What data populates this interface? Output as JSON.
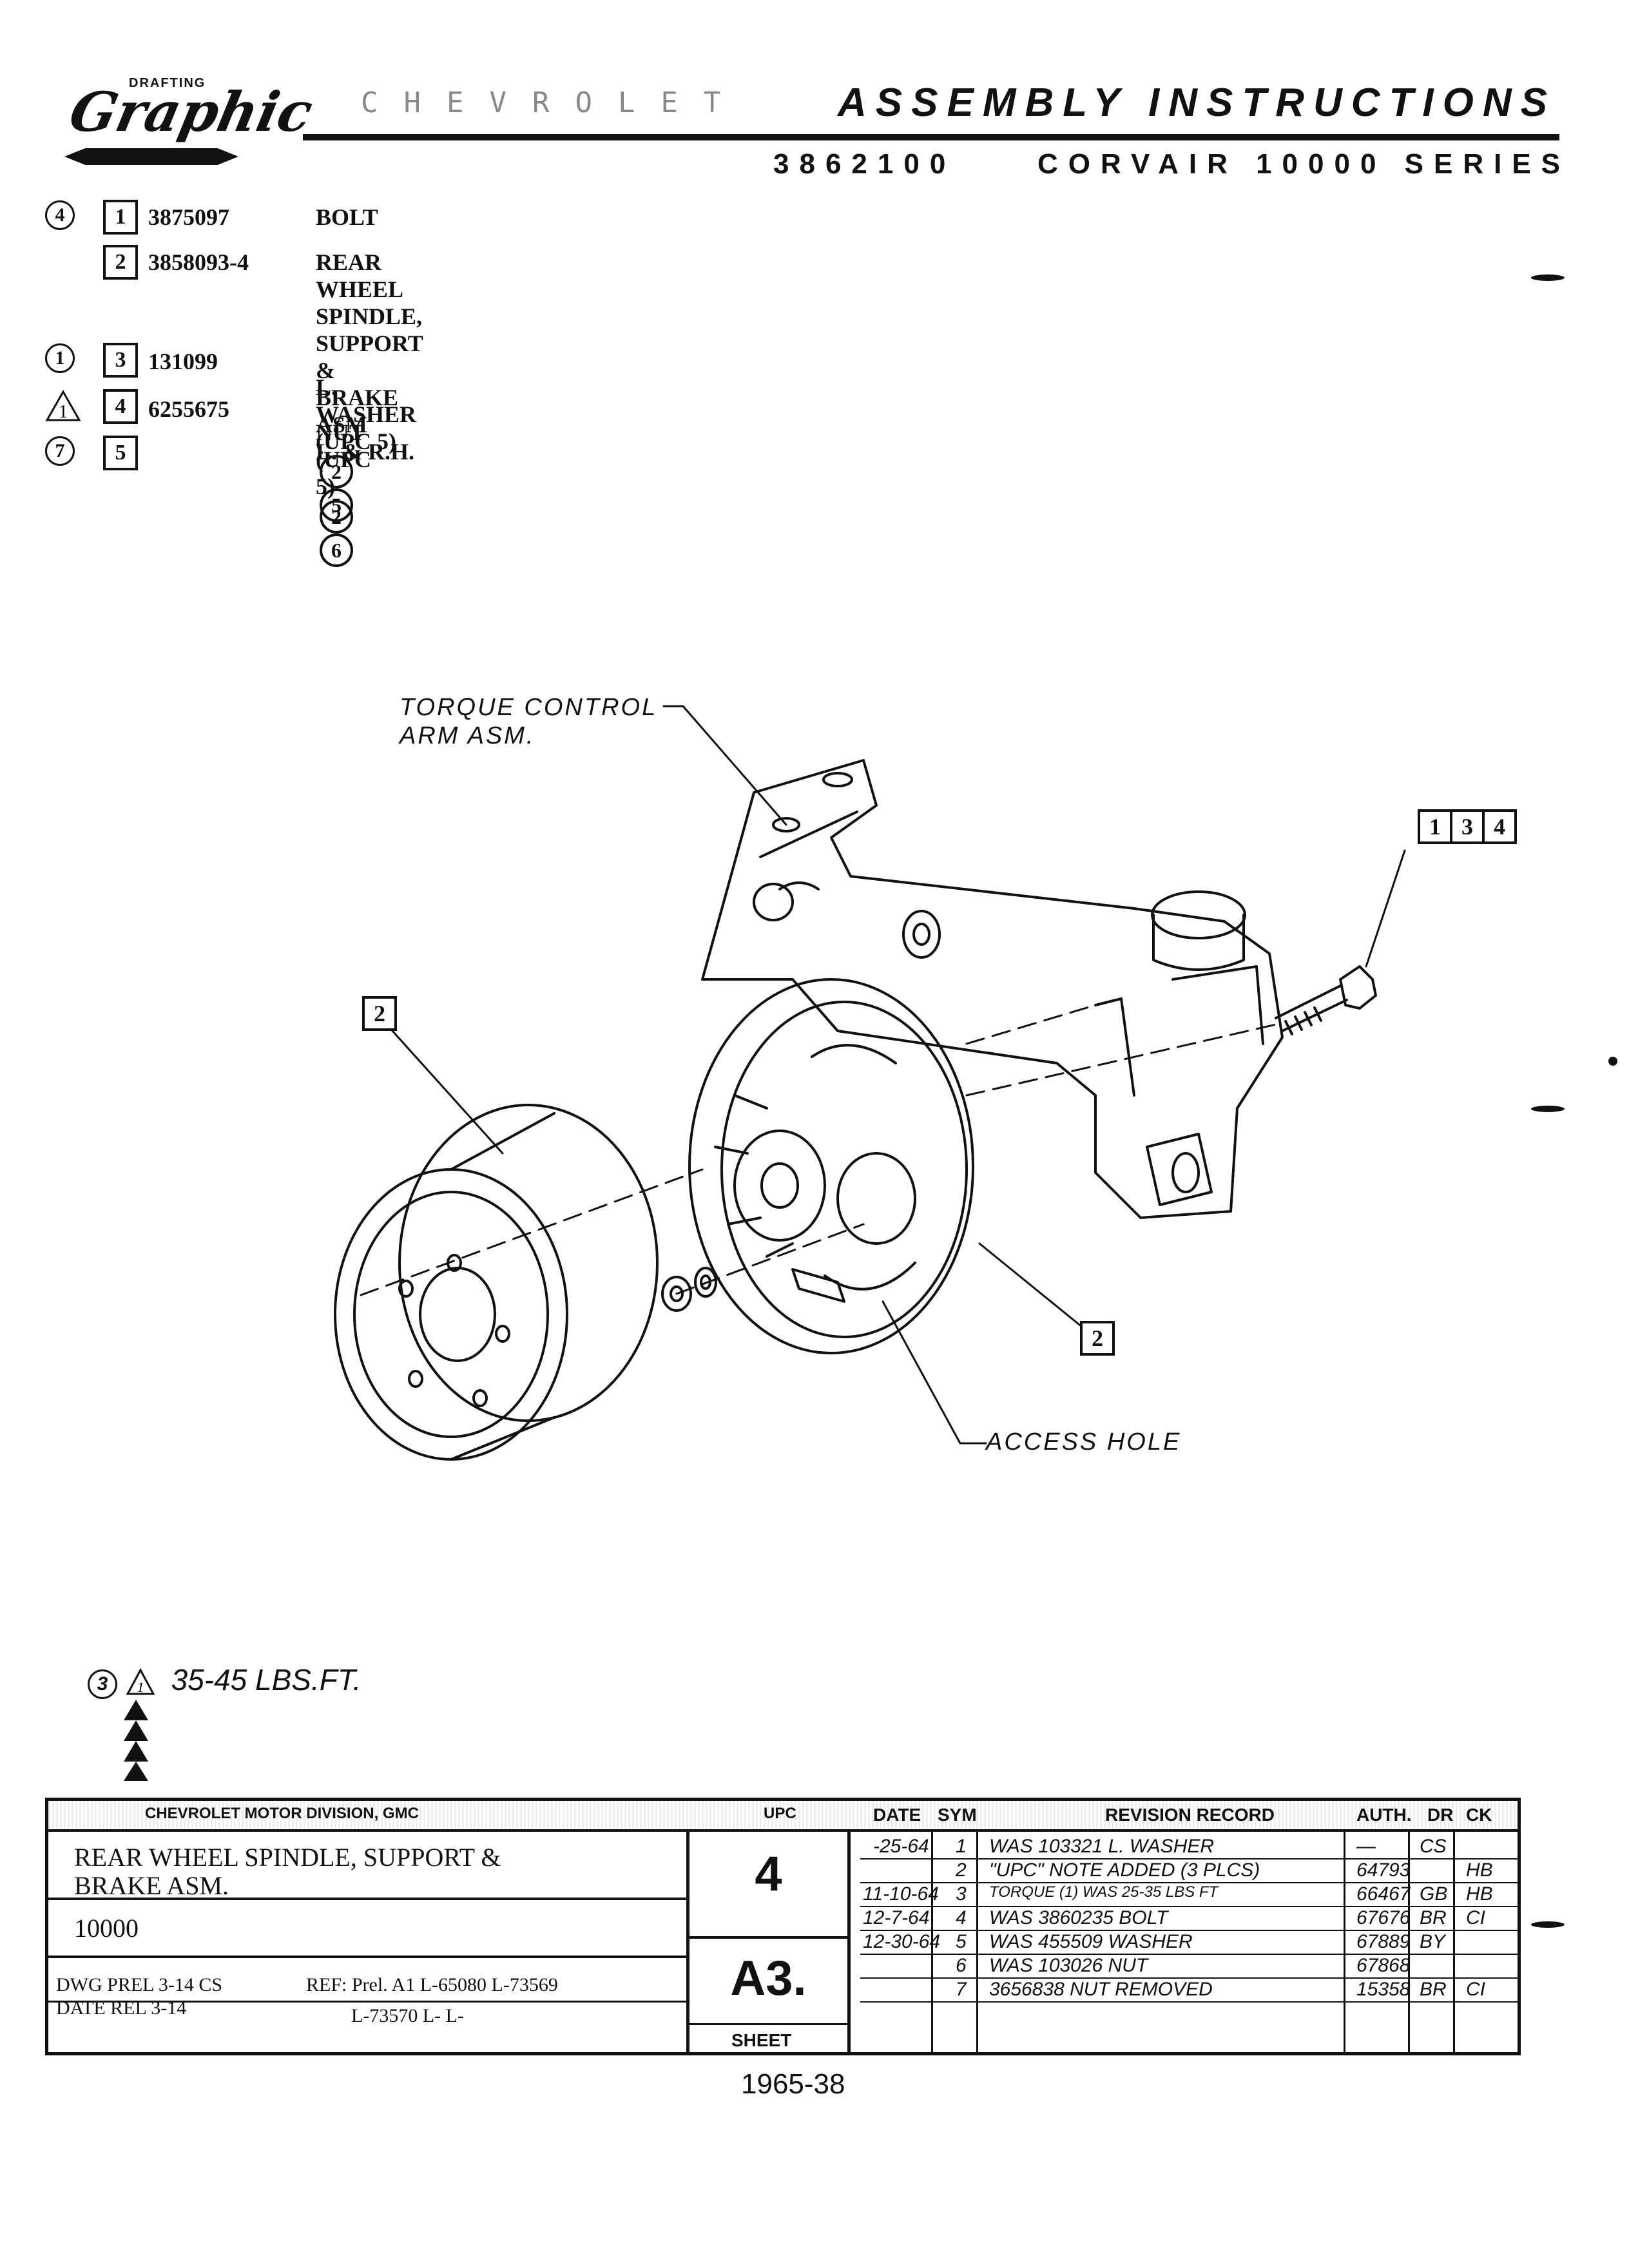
{
  "header": {
    "logo_tag": "DRAFTING",
    "logo_word": "Graphic",
    "faded_make": "CHEVROLET",
    "title": "ASSEMBLY INSTRUCTIONS",
    "part_number": "3862100",
    "series": "CORVAIR 10000 SERIES"
  },
  "parts": [
    {
      "sym": "4",
      "sym_shape": "circled-overwrite",
      "item": "1",
      "number": "3875097",
      "description": "BOLT",
      "refs": []
    },
    {
      "sym": "",
      "sym_shape": "none",
      "item": "2",
      "number": "3858093-4",
      "description": "REAR WHEEL SPINDLE,\nSUPPORT & BRAKE ASM\nL. & R.H.",
      "refs": []
    },
    {
      "sym": "1",
      "sym_shape": "circle",
      "item": "3",
      "number": "131099",
      "description": "L. WASHER  (UPC 5)",
      "refs": [
        "2",
        "5"
      ]
    },
    {
      "sym": "1",
      "sym_shape": "triangle",
      "item": "4",
      "number": "6255675",
      "description": "NUT   (UPC 5)",
      "refs": [
        "2",
        "6"
      ]
    },
    {
      "sym": "7",
      "sym_shape": "circle",
      "item": "5",
      "number": "",
      "description": "",
      "refs": []
    }
  ],
  "drawing": {
    "callout_torque": "TORQUE CONTROL\nARM ASM.",
    "callout_access": "ACCESS HOLE",
    "label_drum": "2",
    "label_backing": "2",
    "label_bolt": [
      "1",
      "3",
      "4"
    ]
  },
  "note": {
    "circle": "3",
    "triangle": "1",
    "text": "35-45  LBS.FT."
  },
  "title_block": {
    "division": "CHEVROLET MOTOR DIVISION, GMC",
    "upc_header": "UPC",
    "date_header": "DATE",
    "sym_header": "SYM",
    "revision_header": "REVISION RECORD",
    "auth_header": "AUTH.",
    "dr_header": "DR",
    "ck_header": "CK",
    "title": "REAR WHEEL SPINDLE, SUPPORT &\nBRAKE ASM.",
    "model": "10000",
    "upc_value": "4",
    "sheet_code": "A3.",
    "sheet_label": "SHEET",
    "dwg": "DWG PREL 3-14 CS",
    "date": "DATE REL 3-14",
    "ref": "REF: Prel. A1   L-65080  L-73569",
    "ref2": "L-73570 L-          L-",
    "revisions": [
      {
        "date": "-25-64",
        "sym": "1",
        "record": "WAS 103321 L. WASHER",
        "auth": "—",
        "dr": "CS",
        "ck": ""
      },
      {
        "date": "",
        "sym": "2",
        "record": "\"UPC\" NOTE ADDED (3 PLCS)",
        "auth": "64793",
        "dr": "",
        "ck": "HB"
      },
      {
        "date": "11-10-64",
        "sym": "3",
        "record": "TORQUE (1) WAS 25-35 LBS FT",
        "auth": "66467",
        "dr": "GB",
        "ck": "HB"
      },
      {
        "date": "12-7-64",
        "sym": "4",
        "record": "WAS 3860235  BOLT",
        "auth": "67676",
        "dr": "BR",
        "ck": "CI"
      },
      {
        "date": "12-30-64",
        "sym": "5",
        "record": "WAS 455509  WASHER",
        "auth": "67889",
        "dr": "BY",
        "ck": ""
      },
      {
        "date": "",
        "sym": "6",
        "record": "WAS 103026   NUT",
        "auth": "67868",
        "dr": "",
        "ck": ""
      },
      {
        "date": "",
        "sym": "7",
        "record": "3656838 NUT REMOVED",
        "auth": "15358",
        "dr": "BR",
        "ck": "CI"
      }
    ]
  },
  "footer": "1965-38"
}
